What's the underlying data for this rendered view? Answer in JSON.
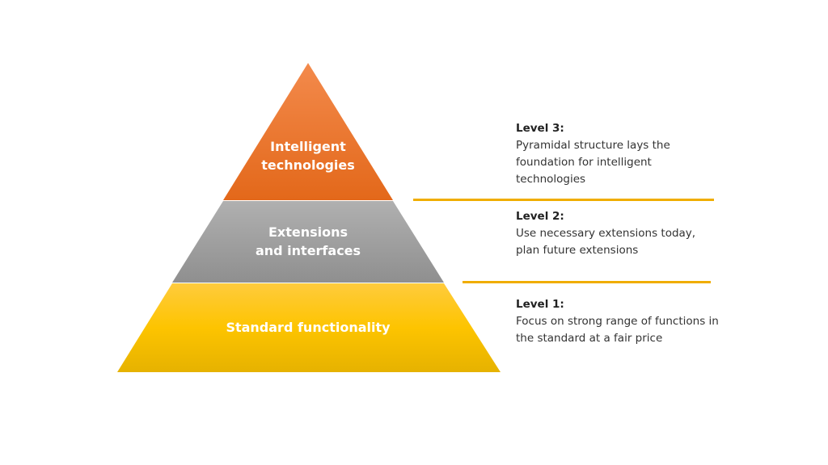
{
  "pyramid": {
    "tiers": [
      {
        "lines": [
          "Intelligent",
          "technologies"
        ],
        "color_top": "#f38a4c",
        "color_bottom": "#e3681a"
      },
      {
        "lines": [
          "Extensions",
          "and interfaces"
        ],
        "color_top": "#b0b0b0",
        "color_bottom": "#8f8f8f"
      },
      {
        "lines": [
          "Standard functionality"
        ],
        "color_top": "#ffcb3d",
        "color_bottom": "#e6b200"
      }
    ]
  },
  "levels": [
    {
      "title": "Level 3:",
      "text": "Pyramidal structure lays the foundation for intelligent technologies"
    },
    {
      "title": "Level 2:",
      "text": "Use necessary extensions today, plan future extensions"
    },
    {
      "title": "Level 1:",
      "text": "Focus on strong range of functions in the standard at a fair price"
    }
  ],
  "separator_color": "#f0ad00"
}
